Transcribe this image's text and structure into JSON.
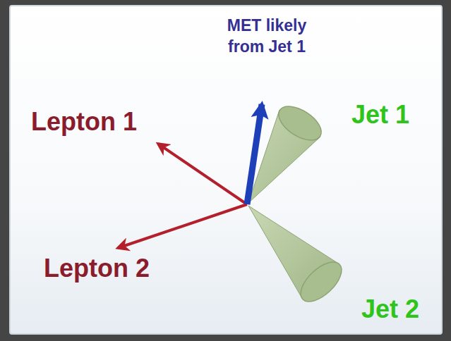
{
  "diagram": {
    "labels": [
      "MET likely from Jet 1",
      "Lepton 1",
      "Lepton 2",
      "Jet 1",
      "Jet 2"
    ]
  }
}
